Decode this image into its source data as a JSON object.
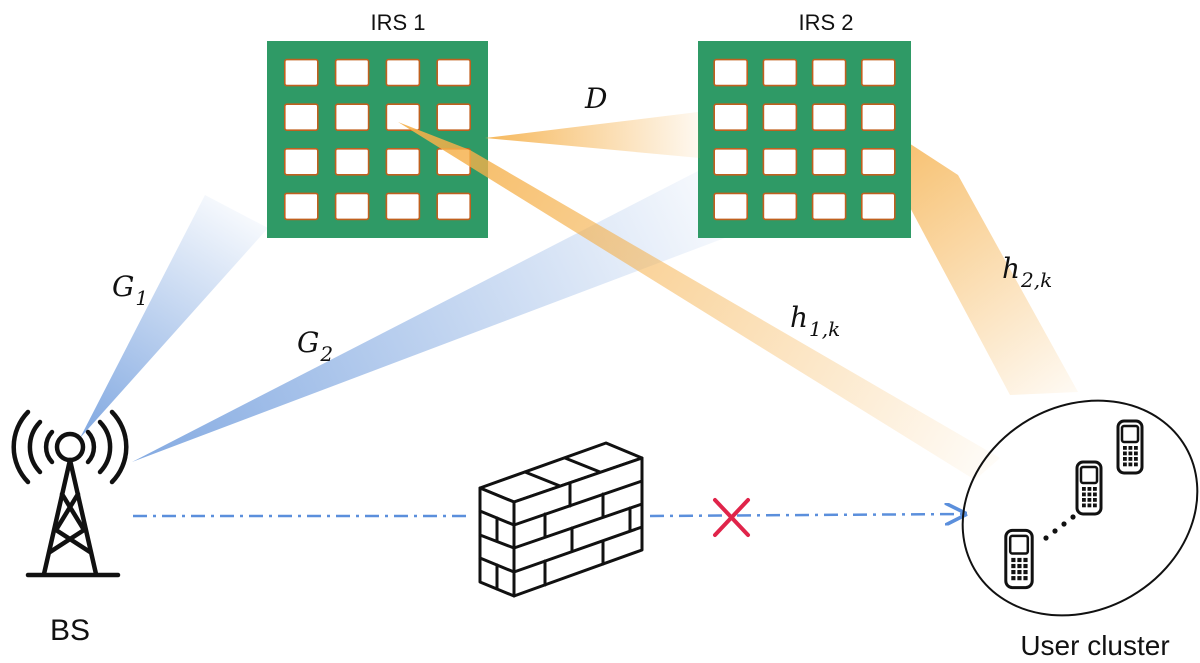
{
  "labels": {
    "irs1": "IRS 1",
    "irs2": "IRS 2",
    "bs": "BS",
    "user_cluster": "User cluster",
    "inter_irs_link": {
      "base": "D",
      "sub": ""
    },
    "bs_irs1_link": {
      "base": "G",
      "sub": "1"
    },
    "bs_irs2_link": {
      "base": "G",
      "sub": "2"
    },
    "irs1_user_link": {
      "base": "h",
      "sub": "1,k"
    },
    "irs2_user_link": {
      "base": "h",
      "sub": "2,k"
    }
  },
  "irs_panels": [
    {
      "name": "irs-1-panel",
      "rows": 4,
      "cols": 4
    },
    {
      "name": "irs-2-panel",
      "rows": 4,
      "cols": 4
    }
  ],
  "users": {
    "count_shown": 3,
    "ellipsis": "⋯"
  },
  "colors": {
    "irs_panel": "#2f9a66",
    "irs_element_fill": "#ffffff",
    "irs_element_border": "#c0601f",
    "bs_beam": "#7ea6e0",
    "reflect_beam": "#f5b04a",
    "direct_path": "#5b8fdc",
    "blocked_mark": "#e0244a",
    "outline": "#111111"
  },
  "icons": {
    "base_station": "cell-tower-icon",
    "blocker": "brick-wall-icon",
    "blocked": "cross-mark-icon",
    "user_device": "mobile-phone-icon"
  }
}
